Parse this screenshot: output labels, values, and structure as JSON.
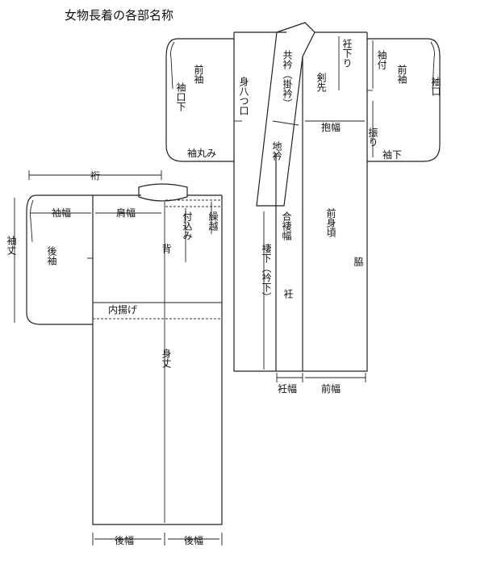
{
  "title": "女物長着の各部名称",
  "labels": {
    "yuki": "裄",
    "sodehaba": "袖幅",
    "katahaba": "肩幅",
    "sodetake": "袖丈",
    "ushirosode": "後袖",
    "se": "背",
    "tsukekomi": "付込み",
    "kurikoshi": "繰越",
    "uchiage": "内揚げ",
    "mitake": "身丈",
    "ushirohaba1": "後幅",
    "ushirohaba2": "後幅",
    "maesode": "前袖",
    "sodeguchishita": "袖口下",
    "sodemarumi": "袖丸み",
    "miyatsuguchi": "身八つ口",
    "tomoeri": "共衿（掛衿）",
    "jieri": "地衿",
    "kensaki": "剣先",
    "okumisagari": "衽下り",
    "sodetsuke": "袖付",
    "maesode2": "前袖",
    "sodeguchi": "袖口",
    "dakihaba": "抱幅",
    "furi": "振り",
    "sodeshita": "袖下",
    "aiwakihaba": "合褄幅",
    "maemigoro": "前身頃",
    "waki": "脇",
    "tsumashita": "褄下（衿下）",
    "okumi": "衽",
    "okumihaba": "衽幅",
    "maehaba": "前幅"
  }
}
